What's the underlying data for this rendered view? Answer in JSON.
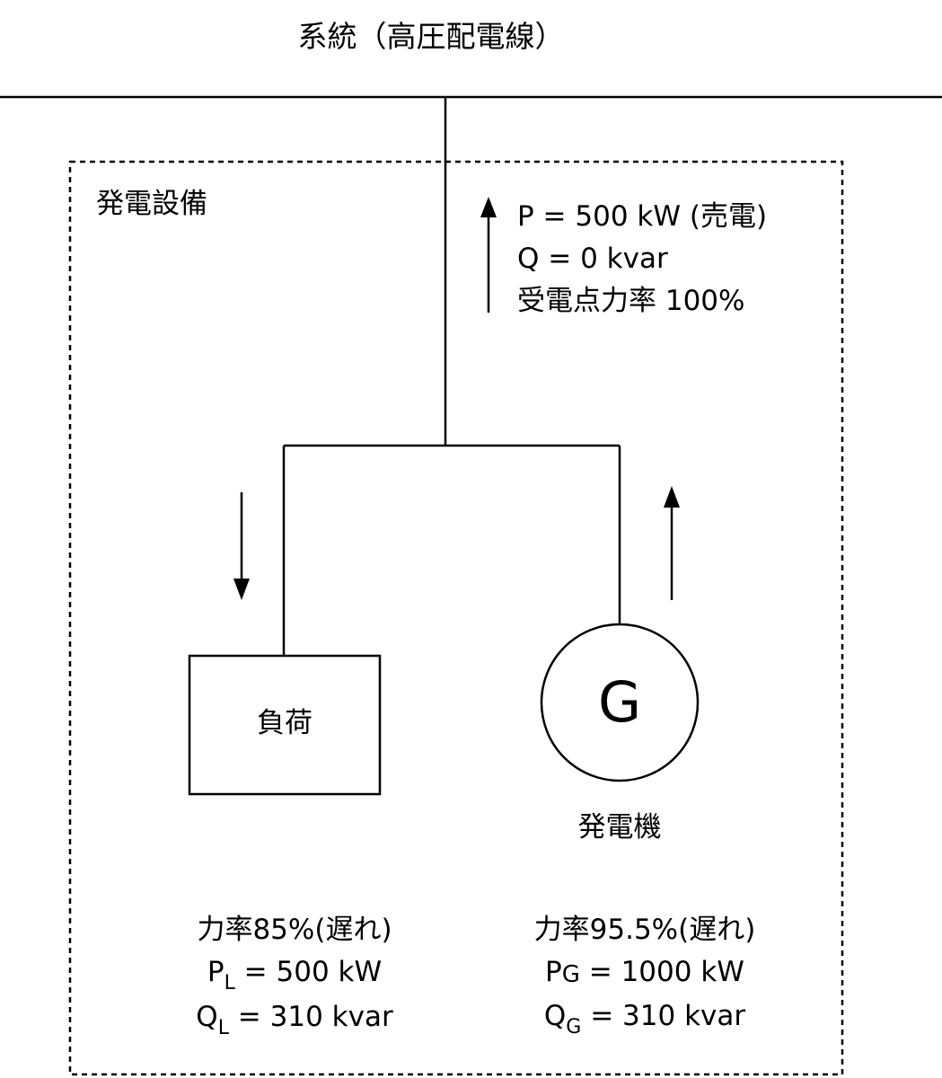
{
  "grid_title": "系統（高圧配電線）",
  "facility_label": "発電設備",
  "receiving_point": {
    "p_line": "P = 500 kW (売電)",
    "q_line": "Q = 0 kvar",
    "pf_line": "受電点力率 100%"
  },
  "load": {
    "label": "負荷",
    "power_factor": "力率85%(遅れ)",
    "p_symbol": "P",
    "p_sub": "L",
    "p_value": " = 500 kW",
    "q_symbol": "Q",
    "q_sub": "L",
    "q_value": " = 310 kvar"
  },
  "generator": {
    "symbol": "G",
    "label": "発電機",
    "power_factor": "力率95.5%(遅れ)",
    "p_symbol": "P",
    "p_sub": "G",
    "p_value": " = 1000 kW",
    "q_symbol": "Q",
    "q_sub": "G",
    "q_value": " = 310 kvar"
  },
  "colors": {
    "line": "#000000",
    "background": "#ffffff"
  }
}
